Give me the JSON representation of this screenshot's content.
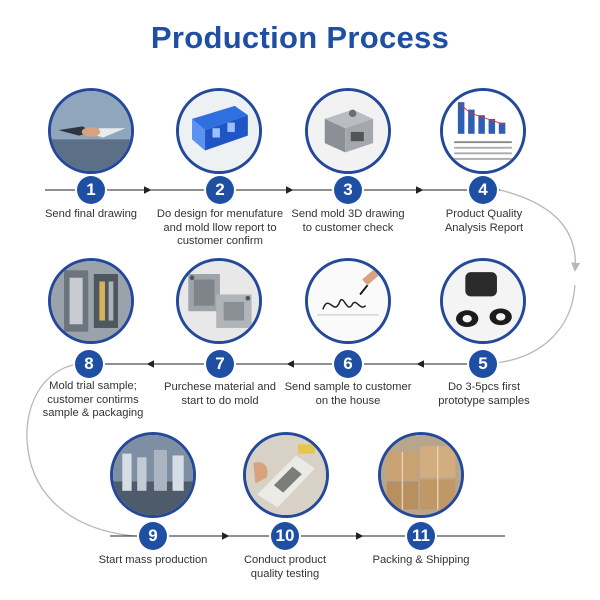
{
  "title": "Production Process",
  "colors": {
    "accent": "#1f4fa3",
    "line": "#222222",
    "curve": "#b8b8b8"
  },
  "steps": [
    {
      "num": "1",
      "label": "Send final drawing",
      "image": "handshake-photo"
    },
    {
      "num": "2",
      "label": "Do design for menufature\nand mold llow report to\ncustomer confirm",
      "image": "blue-mold-design-render"
    },
    {
      "num": "3",
      "label": "Send mold 3D drawing\nto customer check",
      "image": "mold-3d-render"
    },
    {
      "num": "4",
      "label": "Product Quality\nAnalysis Report",
      "image": "bar-chart-report"
    },
    {
      "num": "5",
      "label": "Do 3-5pcs first\nprototype samples",
      "image": "rubber-parts-photo"
    },
    {
      "num": "6",
      "label": "Send sample to customer\non the house",
      "image": "signature-photo"
    },
    {
      "num": "7",
      "label": "Purchese material and\nstart to do mold",
      "image": "mold-base-photo"
    },
    {
      "num": "8",
      "label": "Mold trial sample;\ncustomer contirms\nsample & packaging",
      "image": "injection-machine-photo"
    },
    {
      "num": "9",
      "label": "Start mass production",
      "image": "production-line-photo"
    },
    {
      "num": "10",
      "label": "Conduct product\nquality testing",
      "image": "testing-photo"
    },
    {
      "num": "11",
      "label": "Packing & Shipping",
      "image": "cartons-photo"
    }
  ]
}
